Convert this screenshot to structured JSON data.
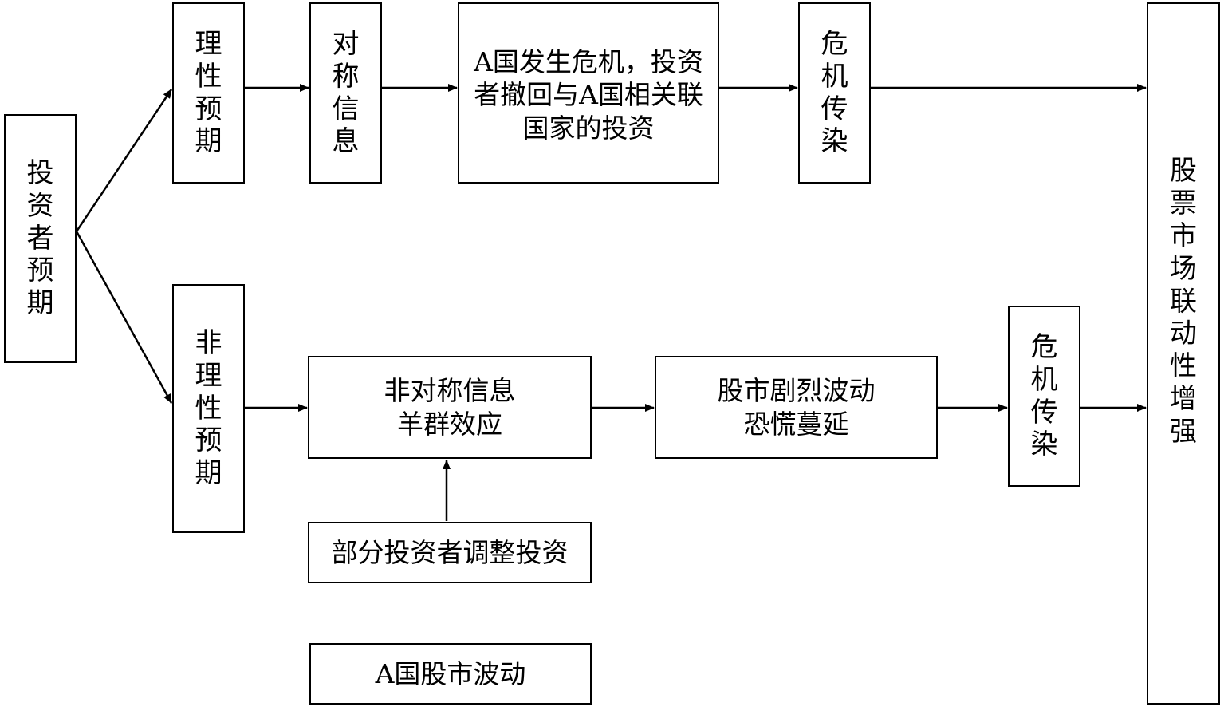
{
  "nodes": {
    "investor_expectation": "投资者预期",
    "rational_expectation": "理性预期",
    "irrational_expectation": "非理性预期",
    "symmetric_info": "对称信息",
    "crisis_withdraw": "A国发生危机，投资\n者撤回与A国相关联\n国家的投资",
    "contagion_top": "危机传染",
    "asymmetric_herd": "非对称信息\n羊群效应",
    "partial_adjust": "部分投资者调整投资",
    "stock_turmoil": "股市剧烈波动\n恐慌蔓延",
    "contagion_bottom": "危机传染",
    "country_a_fluctuation": "A国股市波动",
    "linkage_enhanced": "股票市场联动性增强"
  }
}
